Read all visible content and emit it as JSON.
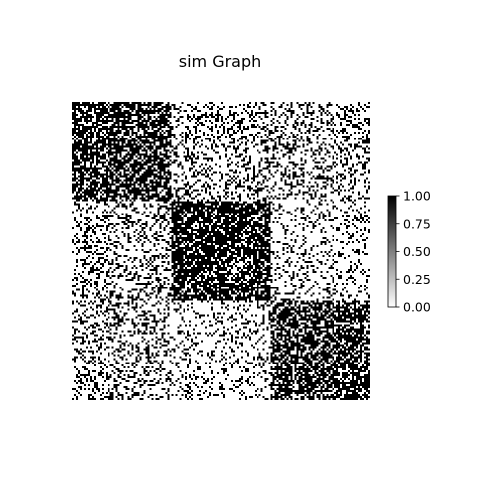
{
  "chart_data": {
    "type": "heatmap",
    "title": "sim Graph",
    "n_nodes": 150,
    "blocks": [
      50,
      50,
      50
    ],
    "block_density": [
      [
        0.7,
        0.3,
        0.3
      ],
      [
        0.3,
        0.75,
        0.2
      ],
      [
        0.3,
        0.2,
        0.7
      ]
    ],
    "symmetric": true,
    "colormap": "binary",
    "colorbar": {
      "range": [
        0.0,
        1.0
      ],
      "ticks": [
        "0.00",
        "0.25",
        "0.50",
        "0.75",
        "1.00"
      ]
    },
    "xlabel": "",
    "ylabel": "",
    "axis_visible": false
  }
}
